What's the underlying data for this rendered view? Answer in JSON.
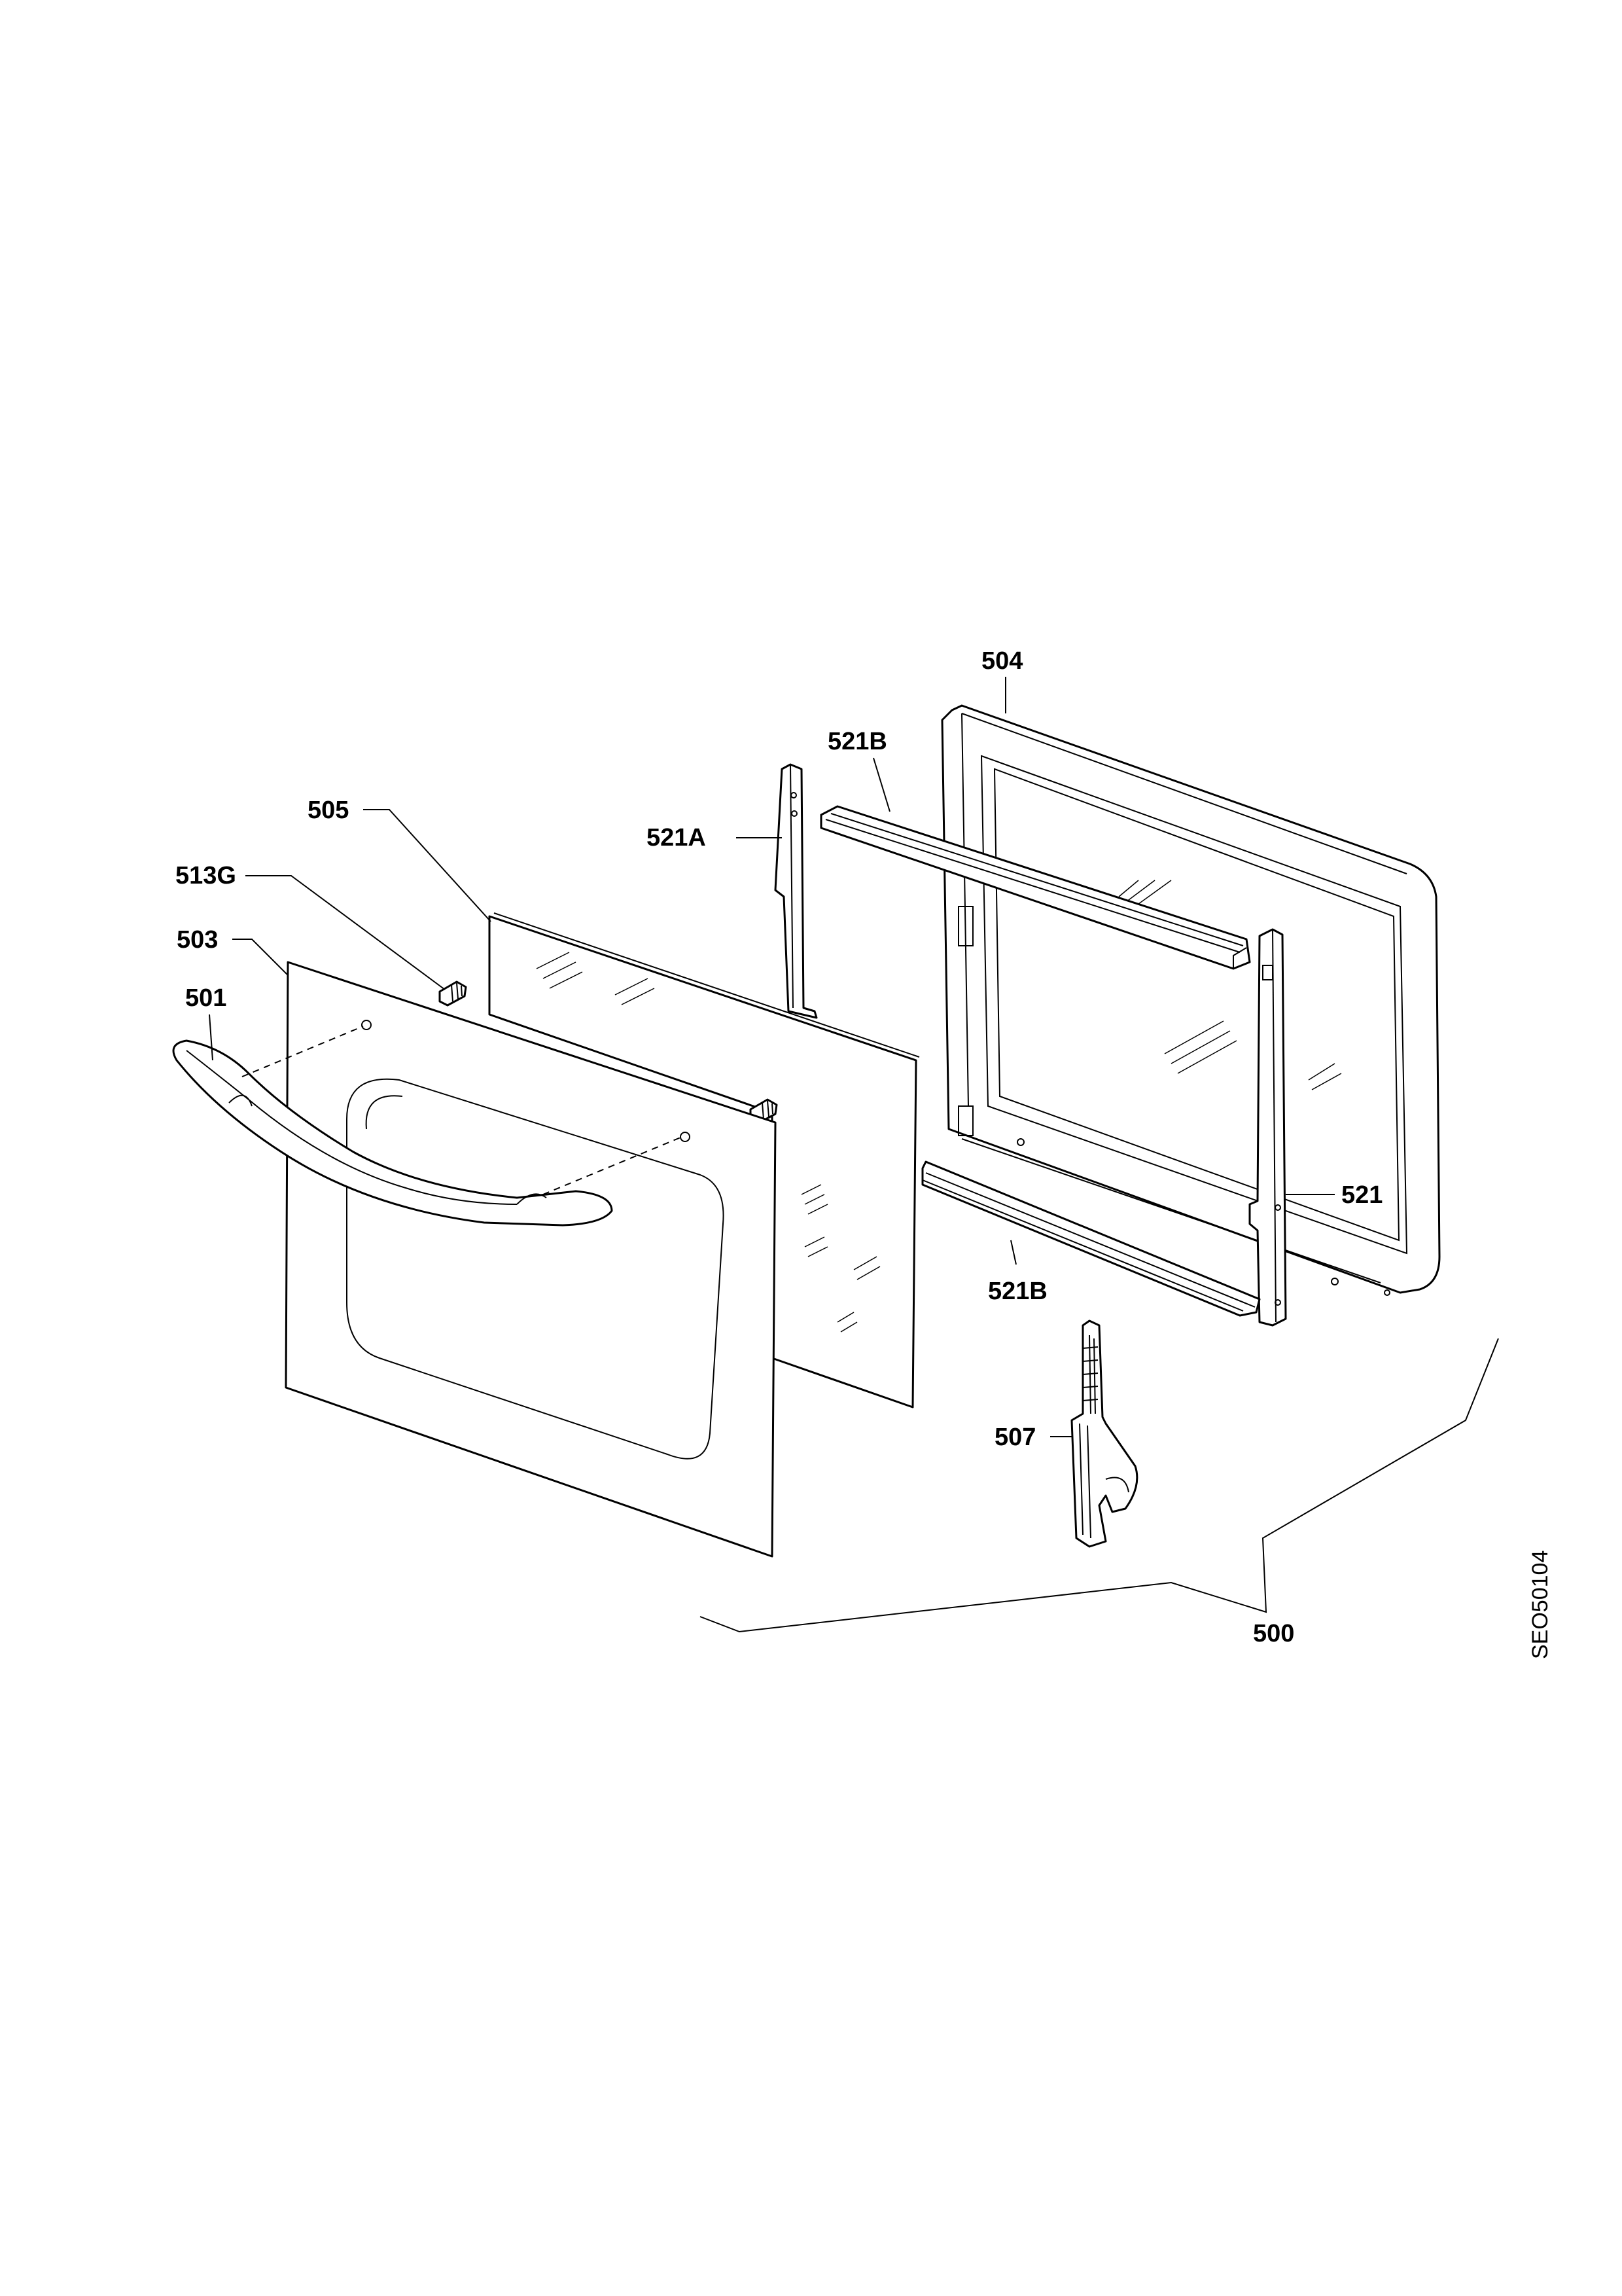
{
  "diagram": {
    "drawing_code": "SEO50104",
    "labels": {
      "p500": "500",
      "p501": "501",
      "p503": "503",
      "p504": "504",
      "p505": "505",
      "p507": "507",
      "p513G": "513G",
      "p521": "521",
      "p521A": "521A",
      "p521B_top": "521B",
      "p521B_bottom": "521B"
    }
  }
}
